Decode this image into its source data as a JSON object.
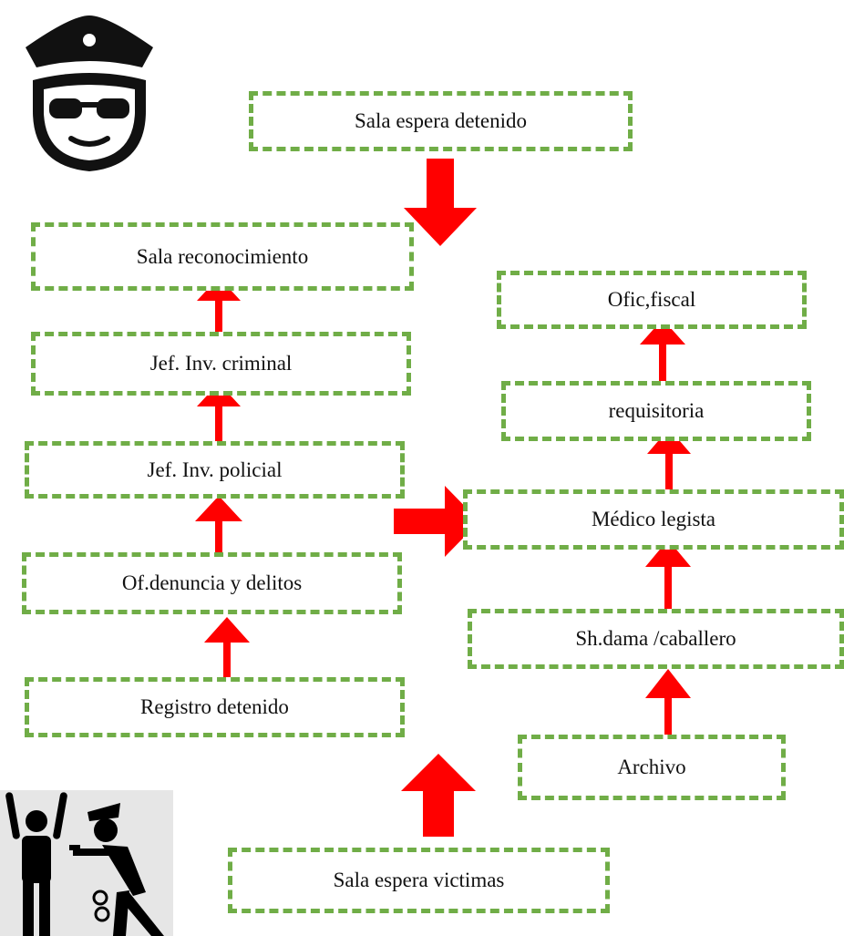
{
  "colors": {
    "box_border": "#70ad47",
    "arrow": "#ff0000",
    "icon": "#111111"
  },
  "icons": [
    "police-officer-icon",
    "arrest-icon"
  ],
  "nodes": {
    "sala_espera_detenido": "Sala espera detenido",
    "sala_reconocimiento": "Sala reconocimiento",
    "jef_inv_criminal": "Jef. Inv. criminal",
    "jef_inv_policial": "Jef. Inv. policial",
    "of_denuncia": "Of.denuncia y delitos",
    "registro_detenido": "Registro detenido",
    "sala_espera_victimas": "Sala espera victimas",
    "ofic_fiscal": "Ofic,fiscal",
    "requisitoria": "requisitoria",
    "medico_legista": "Médico legista",
    "sh_dama_caballero": "Sh.dama /caballero",
    "archivo": "Archivo"
  }
}
